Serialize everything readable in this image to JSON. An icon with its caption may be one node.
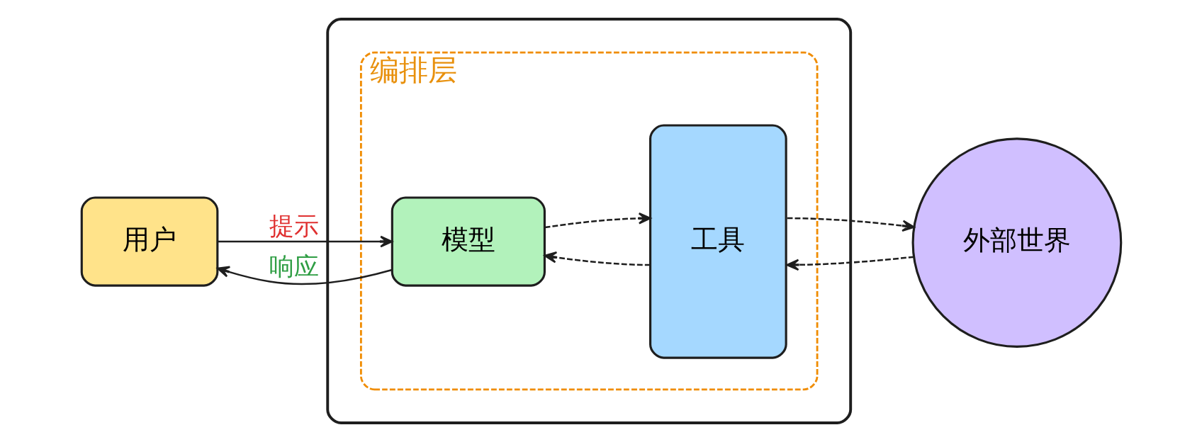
{
  "diagram": {
    "nodes": [
      {
        "text": [
          "用户"
        ]
      },
      {
        "text": [],
        "shape": "box"
      },
      {
        "text": [
          "编排层"
        ],
        "in": 1
      },
      {
        "text": [
          "模型"
        ],
        "in": 2
      },
      {
        "text": [
          "工具"
        ],
        "in": 2
      },
      {
        "text": [
          "外部世界"
        ]
      }
    ],
    "edges": [
      {
        "from": 0,
        "to": 3,
        "arrow": "to",
        "label": "提示"
      },
      {
        "from": 3,
        "to": 0,
        "arrow": "to",
        "label": "响应"
      },
      {
        "from": 3,
        "to": 4,
        "arrow": "to",
        "style": "dashed"
      },
      {
        "from": 4,
        "to": 3,
        "arrow": "to",
        "style": "dashed"
      },
      {
        "from": 4,
        "to": 5,
        "arrow": "to",
        "style": "dashed"
      },
      {
        "from": 5,
        "to": 4,
        "arrow": "to",
        "style": "dashed"
      }
    ]
  }
}
